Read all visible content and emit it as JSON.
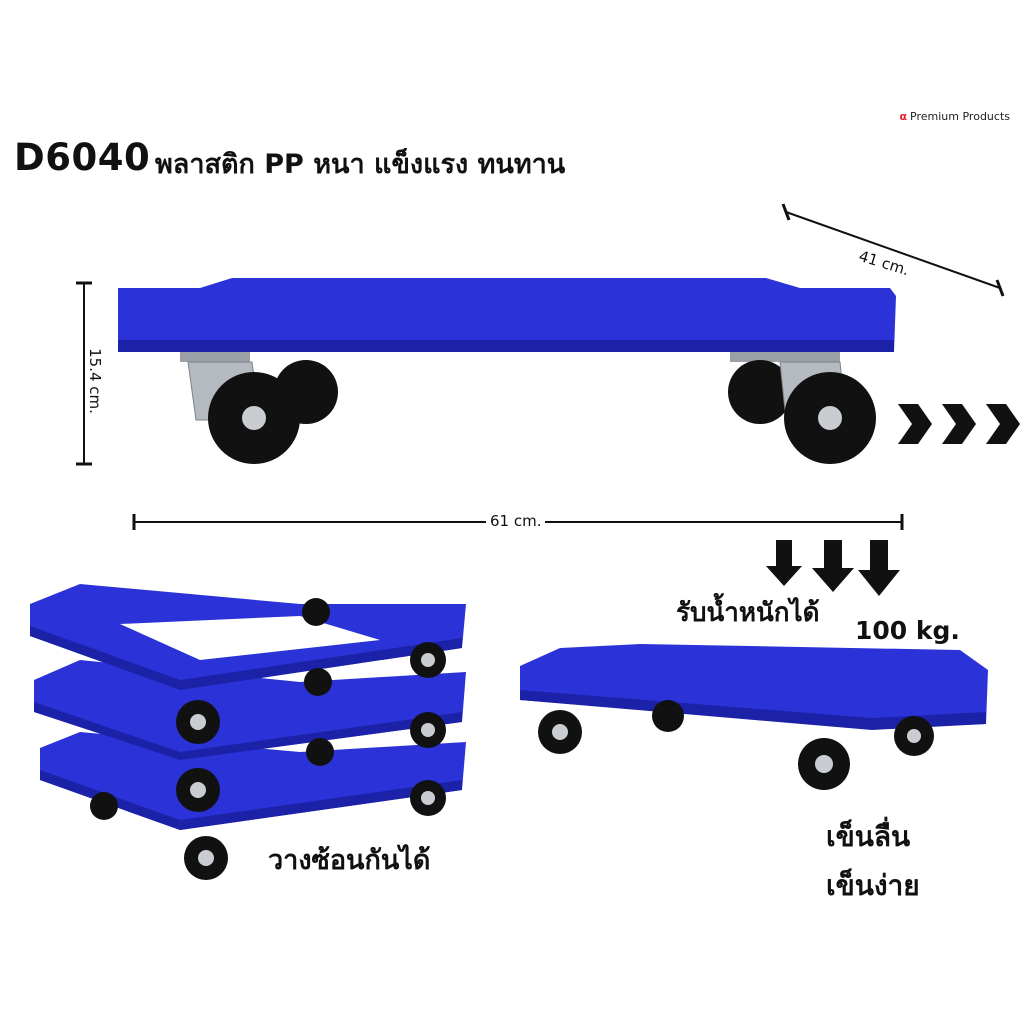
{
  "brand": {
    "mark": "α",
    "name": "Premium Products"
  },
  "heading": {
    "model": "D6040",
    "description": "พลาสติก PP หนา แข็งแรง ทนทาน"
  },
  "dimensions": {
    "depth": "41 cm.",
    "height": "15.4 cm.",
    "length": "61 cm."
  },
  "load": {
    "label": "รับน้ำหนักได้",
    "value": "100 kg."
  },
  "features": {
    "stackable": "วางซ้อนกันได้",
    "push_line1": "เข็นลื่น",
    "push_line2": "เข็นง่าย"
  },
  "colors": {
    "body": "#2b33d8",
    "body_dark": "#1c22a8",
    "wheel": "#111111",
    "bracket": "#a9aeb3"
  },
  "icons": [
    "motion-chevrons-icon",
    "down-arrow-icon"
  ]
}
